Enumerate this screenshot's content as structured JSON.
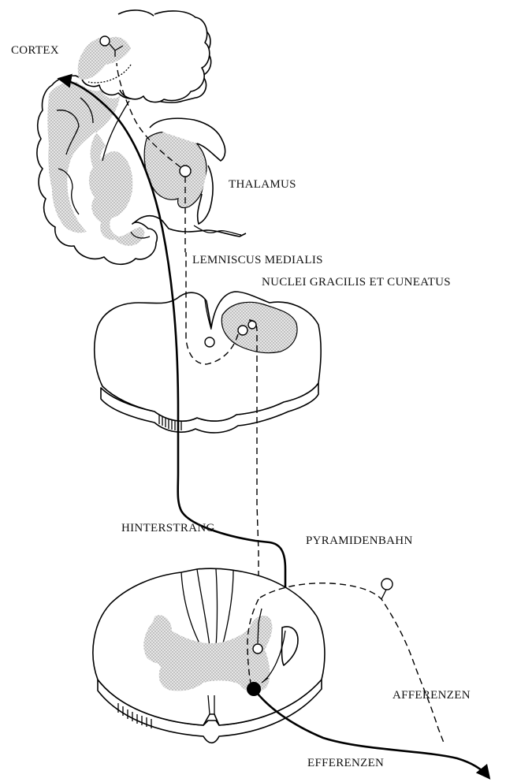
{
  "labels": {
    "cortex": "CORTEX",
    "thalamus": "THALAMUS",
    "lemniscus": "LEMNISCUS MEDIALIS",
    "nuclei": "NUCLEI GRACILIS ET CUNEATUS",
    "hinterstrang": "HINTERSTRANG",
    "pyramidenbahn": "PYRAMIDENBAHN",
    "afferenzen": "AFFERENZEN",
    "efferenzen": "EFFERENZEN"
  }
}
